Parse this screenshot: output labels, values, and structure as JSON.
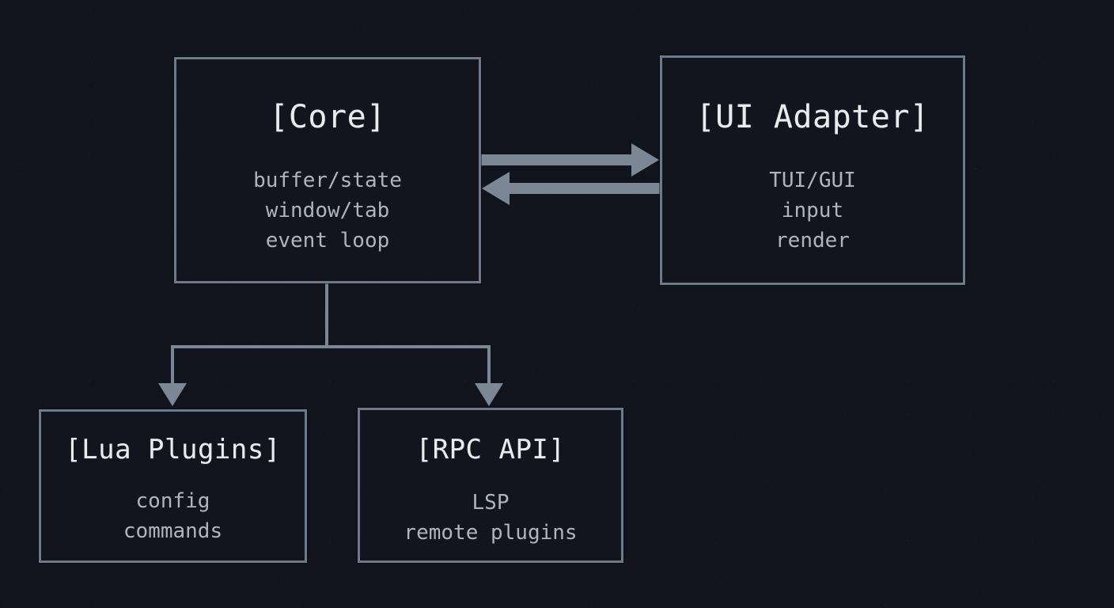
{
  "diagram": {
    "type": "architecture-block-diagram",
    "background_color": "#11141d",
    "border_color": "#6e7a8a",
    "connector_color": "#7c8795",
    "title_text_color": "#e9ebee",
    "body_text_color": "#aeb5bd",
    "nodes": [
      {
        "id": "core",
        "title": "[Core]",
        "lines": [
          "buffer/state",
          "window/tab",
          "event loop"
        ]
      },
      {
        "id": "ui-adapter",
        "title": "[UI Adapter]",
        "lines": [
          "TUI/GUI",
          "input",
          "render"
        ]
      },
      {
        "id": "lua-plugins",
        "title": "[Lua Plugins]",
        "lines": [
          "config",
          "commands"
        ]
      },
      {
        "id": "rpc-api",
        "title": "[RPC API]",
        "lines": [
          "LSP",
          "remote plugins"
        ]
      }
    ],
    "connectors": [
      {
        "id": "core-to-ui",
        "from": "core",
        "to": "ui-adapter",
        "direction": "right",
        "style": "thick-arrow"
      },
      {
        "id": "ui-to-core",
        "from": "ui-adapter",
        "to": "core",
        "direction": "left",
        "style": "thick-arrow"
      },
      {
        "id": "core-to-lua",
        "from": "core",
        "to": "lua-plugins",
        "direction": "down",
        "style": "tree-branch-arrow"
      },
      {
        "id": "core-to-rpc",
        "from": "core",
        "to": "rpc-api",
        "direction": "down",
        "style": "tree-branch-arrow"
      }
    ]
  }
}
